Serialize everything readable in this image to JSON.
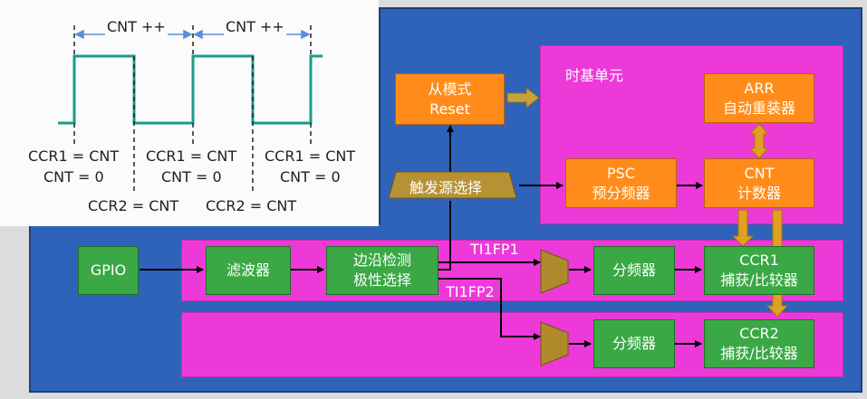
{
  "timing": {
    "cnt_inc_1": "CNT ++",
    "cnt_inc_2": "CNT ++",
    "ccr1_a": "CCR1 = CNT",
    "cnt0_a": "CNT = 0",
    "ccr1_b": "CCR1 = CNT",
    "cnt0_b": "CNT = 0",
    "ccr1_c": "CCR1 = CNT",
    "cnt0_c": "CNT = 0",
    "ccr2_a": "CCR2 = CNT",
    "ccr2_b": "CCR2 = CNT"
  },
  "blocks": {
    "time_base_title": "时基单元",
    "slave_mode": "从模式\nReset",
    "arr": "ARR\n自动重装器",
    "psc": "PSC\n预分频器",
    "cnt": "CNT\n计数器",
    "trigger_select": "触发源选择",
    "gpio": "GPIO",
    "filter": "滤波器",
    "edge_detect": "边沿检测\n极性选择",
    "ti1fp1": "TI1FP1",
    "ti1fp2": "TI1FP2",
    "prescaler_1": "分频器",
    "prescaler_2": "分频器",
    "ccr1": "CCR1\n捕获/比较器",
    "ccr2": "CCR2\n捕获/比较器"
  },
  "colors": {
    "panel_blue": "#2f63b9",
    "pink": "#ee39d9",
    "orange": "#ff8c1a",
    "green": "#3aa845",
    "wave": "#1a9c8a",
    "mux": "#b08a2a",
    "double_arrow": "#e0a020"
  }
}
